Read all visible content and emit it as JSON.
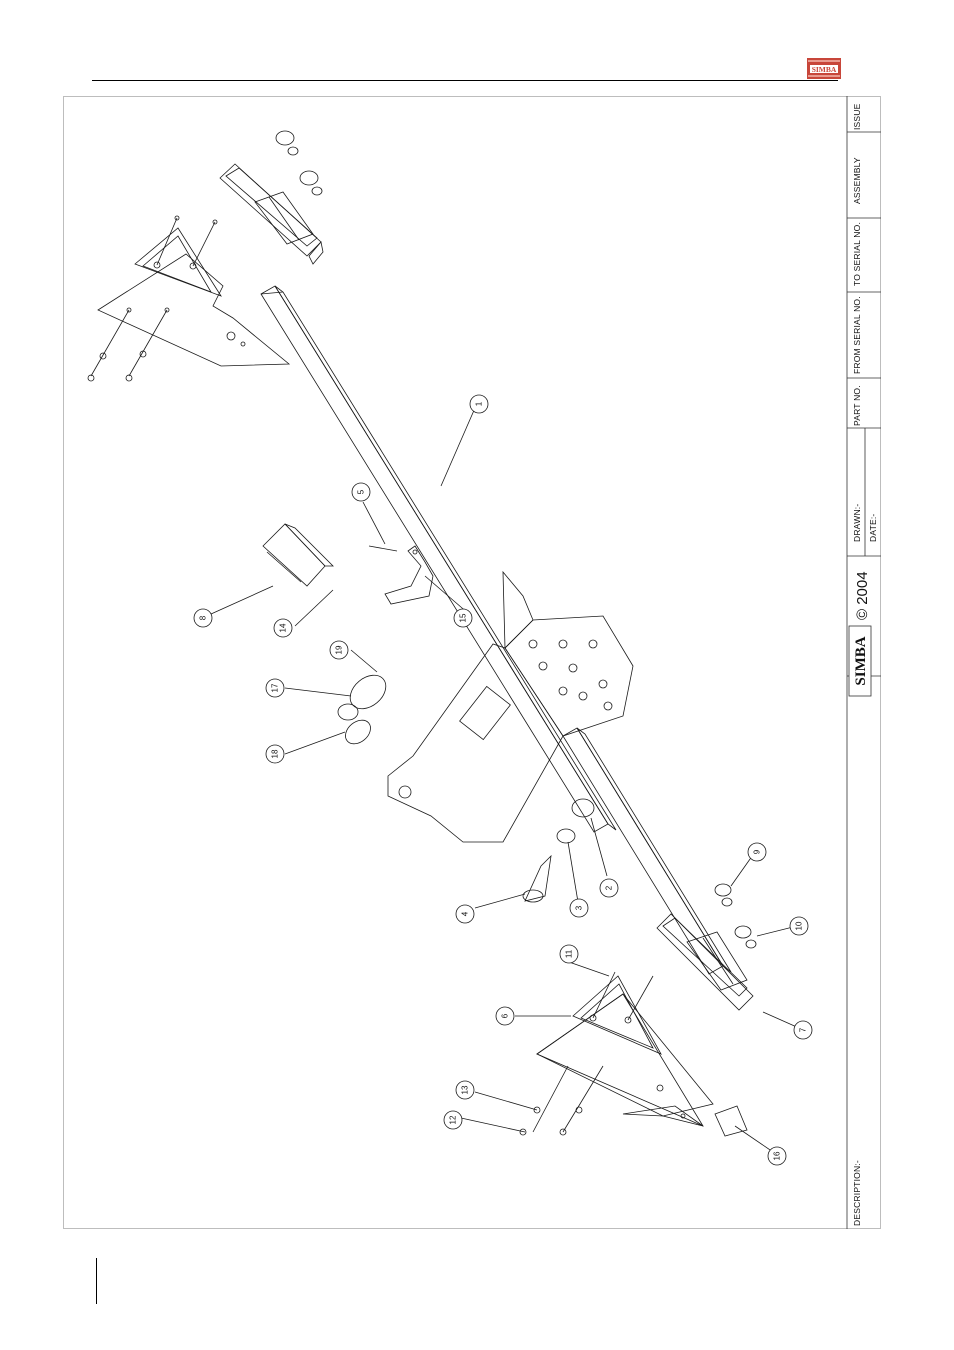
{
  "header": {
    "logo_text": "SIMBA"
  },
  "title_block": {
    "issue_label": "ISSUE",
    "assembly_label": "ASSEMBLY",
    "to_serial_label": "TO SERIAL NO.",
    "from_serial_label": "FROM SERIAL NO.",
    "part_no_label": "PART NO.",
    "drawn_label": "DRAWN:-",
    "date_label": "DATE:-",
    "copyright_text": "© 2004",
    "logo_text": "SIMBA",
    "description_label": "DESCRIPTION:-"
  },
  "balloons": [
    "1",
    "2",
    "3",
    "4",
    "5",
    "6",
    "7",
    "8",
    "9",
    "10",
    "11",
    "12",
    "13",
    "14",
    "15",
    "16",
    "17",
    "18",
    "19"
  ],
  "colors": {
    "logo_red": "#c8463a",
    "line": "#1a1a1a",
    "frame": "#bdbdbd"
  }
}
